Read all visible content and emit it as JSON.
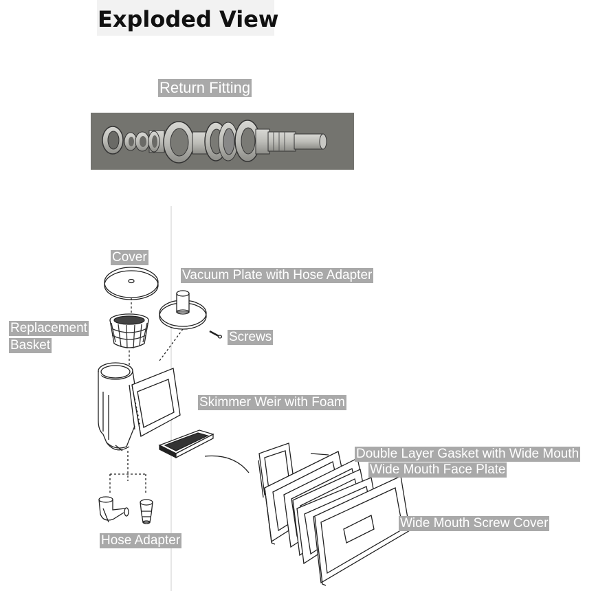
{
  "title": "Exploded View",
  "return_fitting": {
    "label": "Return Fitting"
  },
  "parts": {
    "cover": "Cover",
    "vacuum_plate": "Vacuum Plate with Hose Adapter",
    "basket_line1": "Replacement",
    "basket_line2": "Basket",
    "screws": "Screws",
    "weir": "Skimmer Weir with Foam",
    "gasket": "Double Layer Gasket with Wide Mouth",
    "face_plate": "Wide Mouth Face Plate",
    "screw_cover": "Wide Mouth Screw Cover",
    "hose_adapter": "Hose Adapter"
  },
  "colors": {
    "label_bg": "#a9a9a9",
    "label_text": "#ffffff",
    "photo_bg": "#6e6e6b",
    "line_art": "#222222"
  }
}
